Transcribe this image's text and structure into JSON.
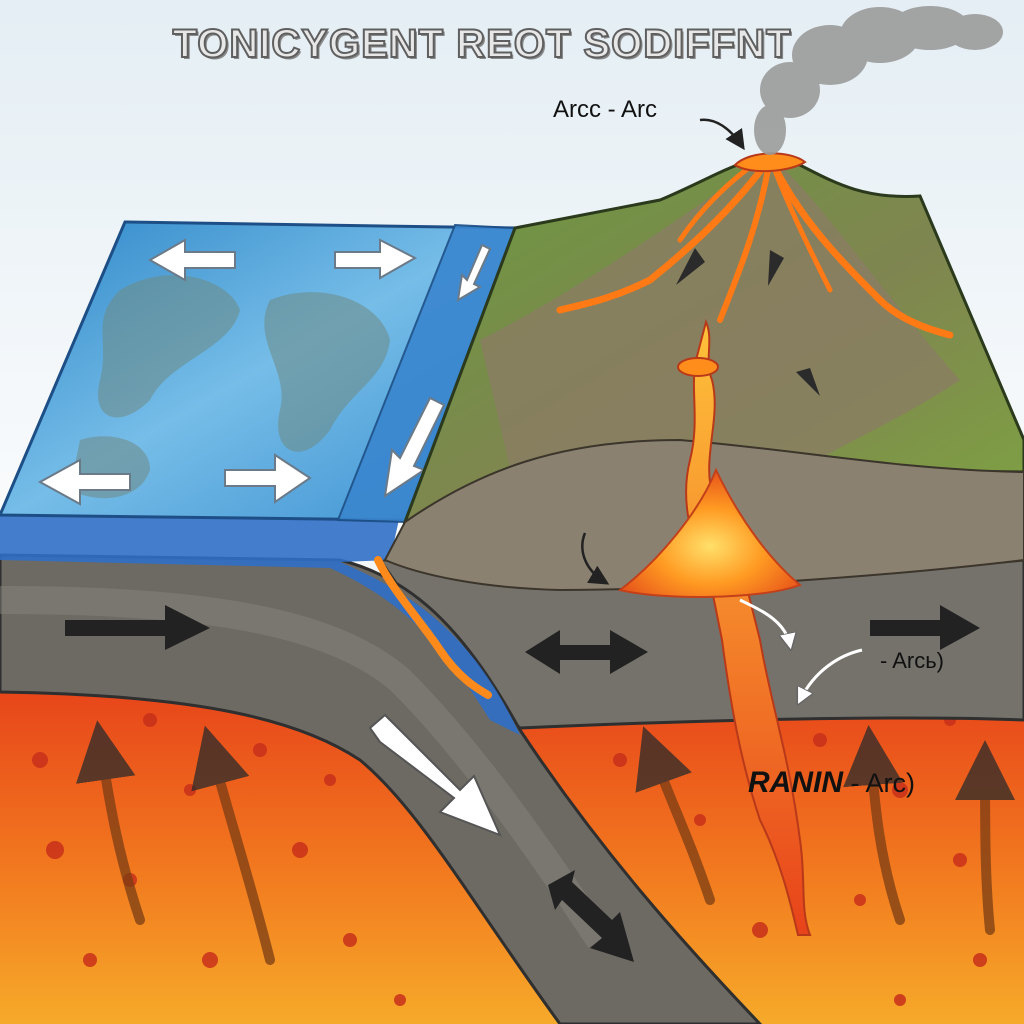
{
  "diagram": {
    "title": "TONICYGENT REOT SODIFFNT",
    "labels": {
      "volcano_top": "Arcc - Arc",
      "right_crust": "- Arcь)",
      "mantle_bold": "RANIN",
      "mantle_rest": " - Arc)"
    }
  },
  "colors": {
    "sky": "#f4f7fa",
    "ocean": "#4f9fd6",
    "land": "#6f9545",
    "crust": "#6b6862",
    "mantle": "#ef6a1e",
    "lava": "#ff7a14"
  }
}
